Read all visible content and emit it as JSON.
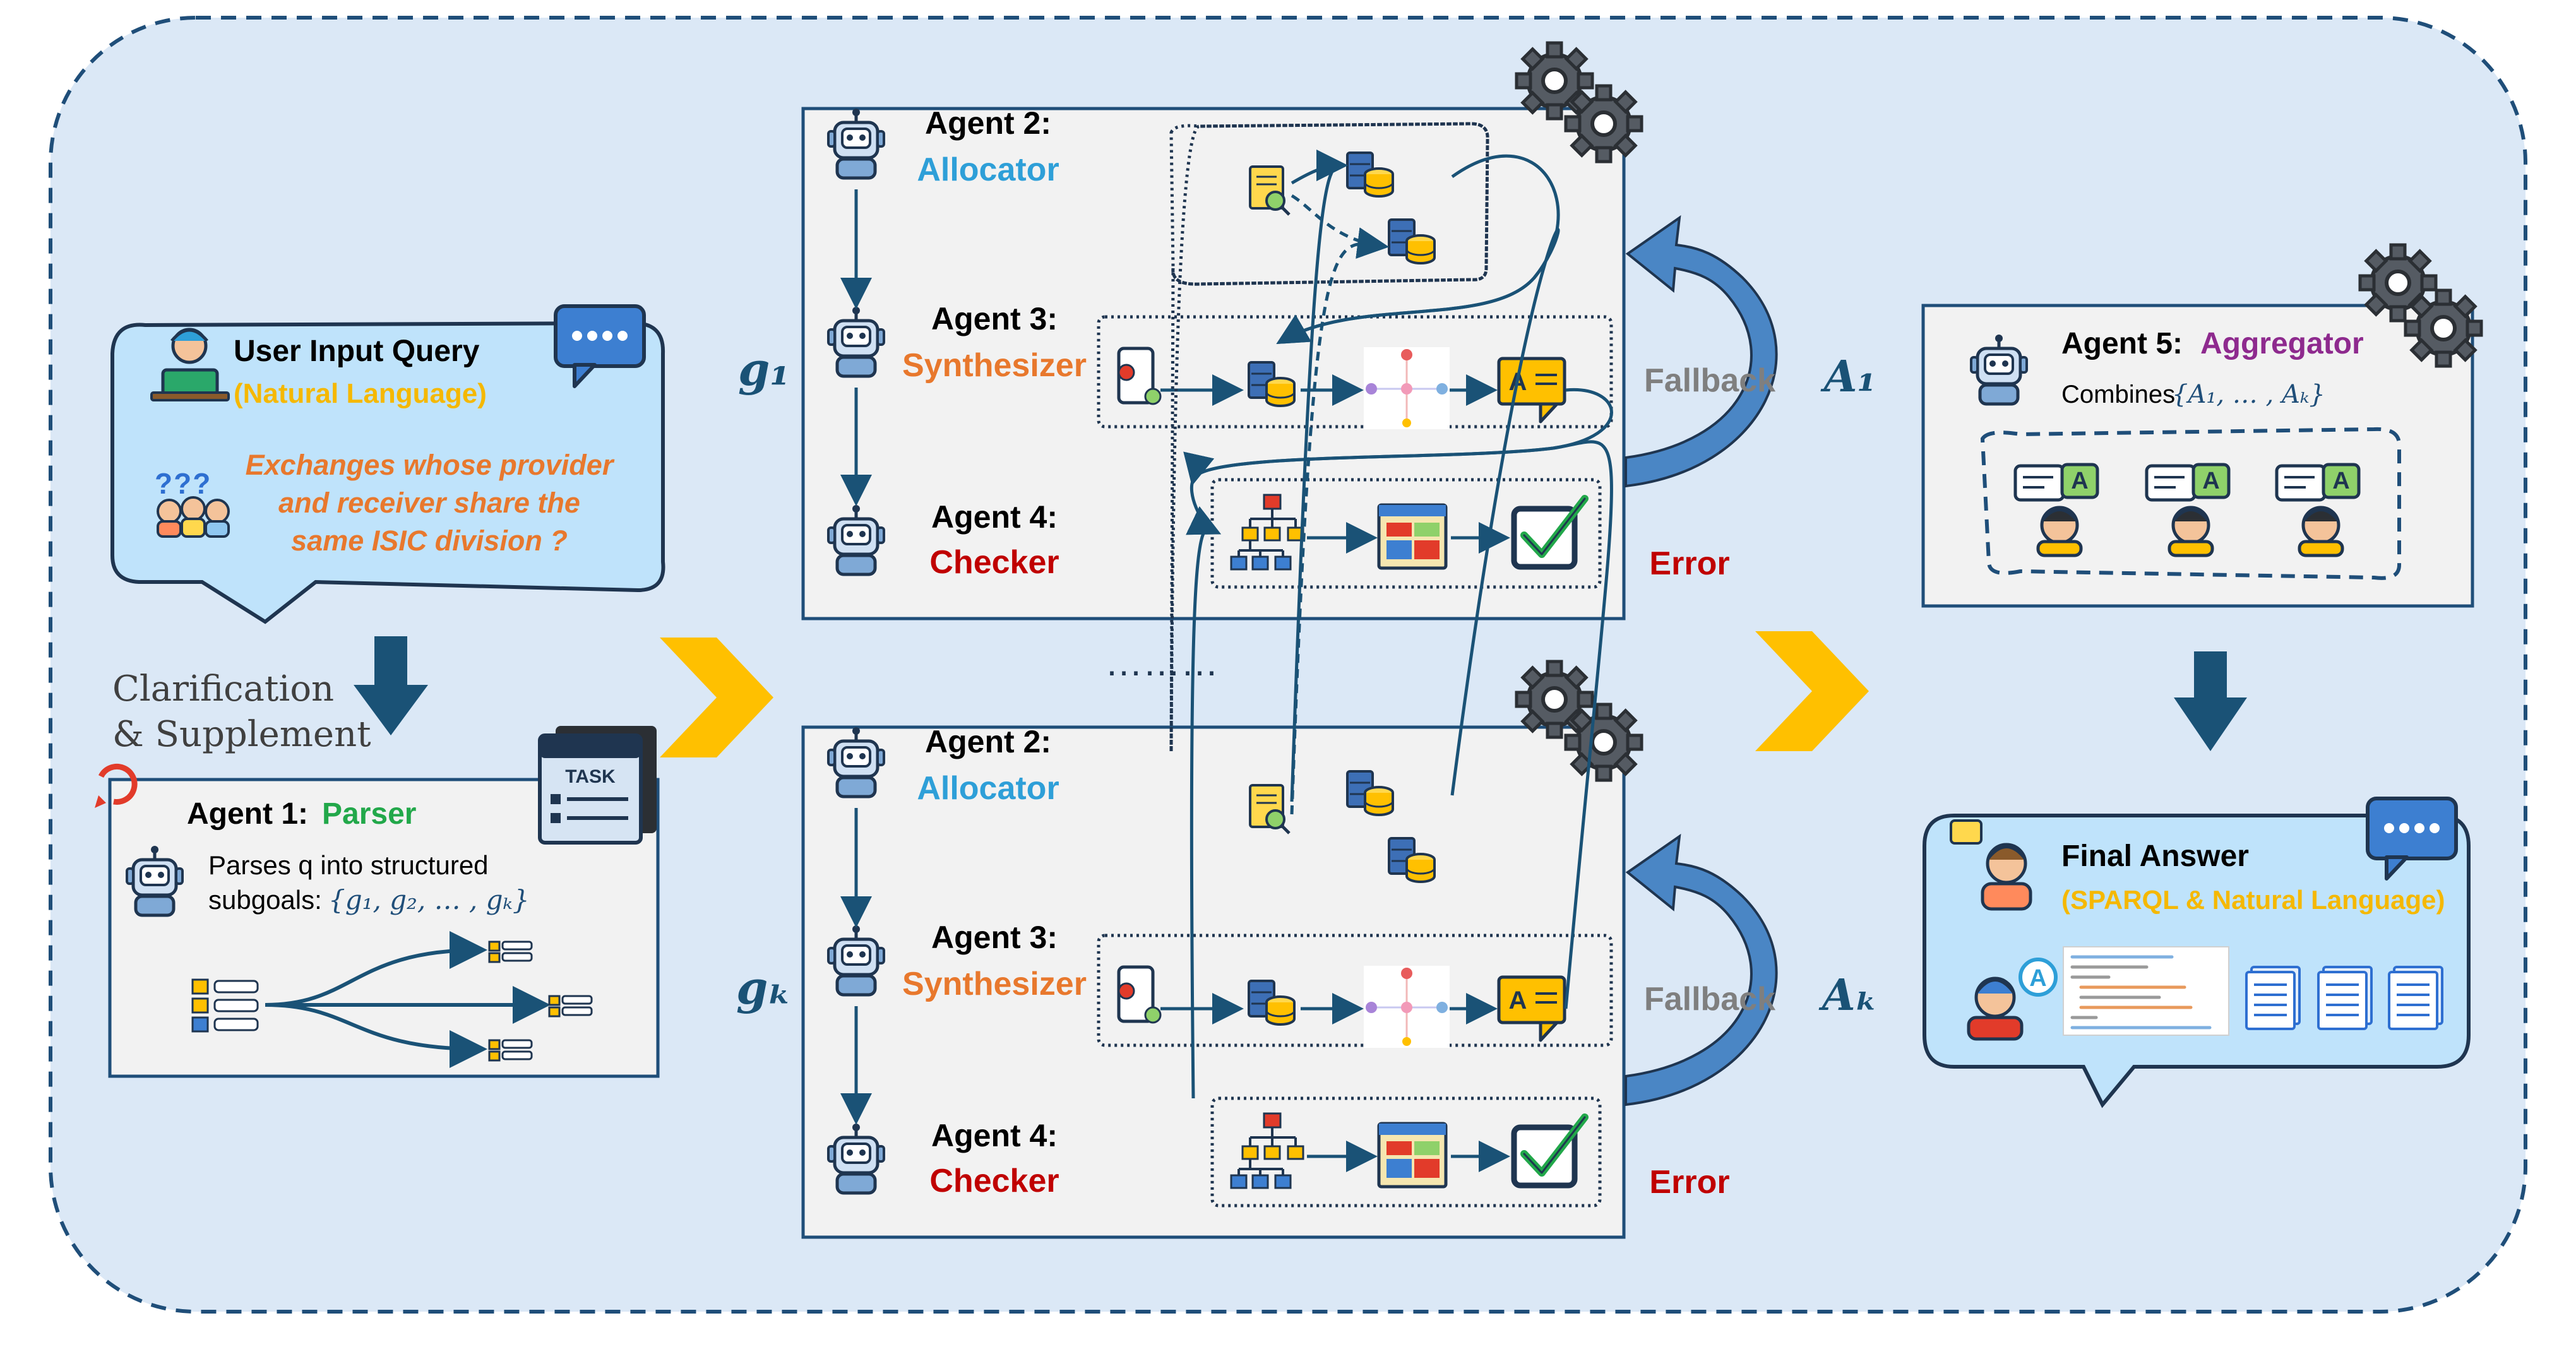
{
  "colors": {
    "panel": "#dbe8f6",
    "panel_border": "#1f4e79",
    "box_border": "#1f4e79",
    "box_fill": "#f2f2f2",
    "navy": "#1a5276",
    "parser": "#22a84a",
    "allocator": "#2e9fd8",
    "synthesizer": "#e8782d",
    "checker": "#c00000",
    "aggregator": "#8e2a8e",
    "accent_orange": "#e8782d",
    "yellow_label": "#f5b800",
    "fallback": "#7f7f7f",
    "arrow_yellow": "#ffc000",
    "arrow_blue": "#4a86c5"
  },
  "user_query": {
    "title": "User Input Query",
    "subtitle": "(Natural Language)",
    "question_lines": [
      "Exchanges whose provider",
      "and receiver share the",
      "same ISIC division ?"
    ],
    "question_icon": "???"
  },
  "clarification": {
    "line1": "Clarification",
    "line2": "& Supplement"
  },
  "parser": {
    "agent": "Agent 1:",
    "role": "Parser",
    "desc_line1": "Parses q into structured",
    "desc_line2_prefix": "subgoals:",
    "desc_math": "{g₁, g₂, … , gₖ}",
    "task_label": "TASK"
  },
  "pipelines": [
    {
      "goal": "g₁",
      "answer": "A₁",
      "fallback": "Fallback",
      "error": "Error",
      "agents": [
        {
          "agent": "Agent  2:",
          "role": "Allocator"
        },
        {
          "agent": "Agent 3:",
          "role": "Synthesizer"
        },
        {
          "agent": "Agent 4:",
          "role": "Checker"
        }
      ]
    },
    {
      "goal": "gₖ",
      "answer": "Aₖ",
      "fallback": "Fallback",
      "error": "Error",
      "agents": [
        {
          "agent": "Agent  2:",
          "role": "Allocator"
        },
        {
          "agent": "Agent 3:",
          "role": "Synthesizer"
        },
        {
          "agent": "Agent 4:",
          "role": "Checker"
        }
      ]
    }
  ],
  "ellipsis": "………",
  "aggregator": {
    "agent": "Agent  5:",
    "role": "Aggregator",
    "desc_prefix": "Combines",
    "desc_math": "{A₁, … , Aₖ}",
    "answer_badge": "A"
  },
  "final_answer": {
    "title": "Final Answer",
    "subtitle": "(SPARQL & Natural Language)",
    "avatar_badge": "A"
  }
}
